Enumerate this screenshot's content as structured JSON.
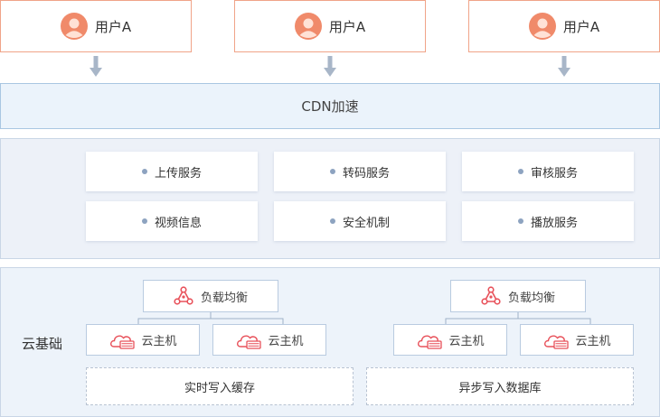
{
  "users": [
    {
      "label": "用户A"
    },
    {
      "label": "用户A"
    },
    {
      "label": "用户A"
    }
  ],
  "cdn": {
    "label": "CDN加速"
  },
  "services": [
    {
      "label": "上传服务"
    },
    {
      "label": "转码服务"
    },
    {
      "label": "审核服务"
    },
    {
      "label": "视频信息"
    },
    {
      "label": "安全机制"
    },
    {
      "label": "播放服务"
    }
  ],
  "cloud": {
    "label": "云基础",
    "clusters": [
      {
        "load_balancer": "负载均衡",
        "hosts": [
          "云主机",
          "云主机"
        ],
        "storage": "实时写入缓存"
      },
      {
        "load_balancer": "负载均衡",
        "hosts": [
          "云主机",
          "云主机"
        ],
        "storage": "异步写入数据库"
      }
    ]
  },
  "colors": {
    "user_border": "#f0a488",
    "avatar": "#f08a6a",
    "arrow": "#a8b6c8",
    "cdn_fill": "#ebf3fb",
    "panel_fill": "#edf1f8",
    "icon_red": "#e8515a"
  },
  "icons": {
    "user": "user-avatar-icon",
    "arrow": "arrow-down-icon",
    "load_balancer": "network-nodes-icon",
    "host": "cloud-server-icon"
  }
}
